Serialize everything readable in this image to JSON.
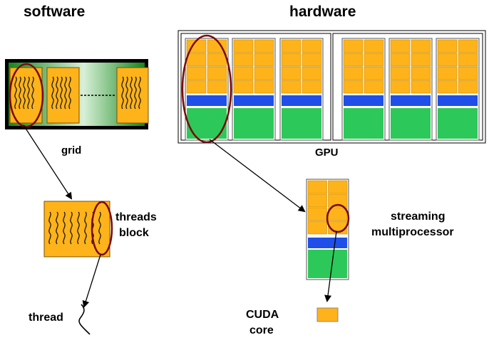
{
  "headers": {
    "software": "software",
    "hardware": "hardware"
  },
  "labels": {
    "grid": "grid",
    "gpu": "GPU",
    "threads_line1": "threads",
    "threads_line2": "block",
    "thread": "thread",
    "sm_line1": "streaming",
    "sm_line2": "multiprocessor",
    "cuda_line1": "CUDA",
    "cuda_line2": "core"
  },
  "colors": {
    "core": "#ffb31a",
    "shared": "#1f4fe8",
    "cache": "#2dc85a",
    "grid_green": "#16861c",
    "ellipse": "#7a0a0a"
  }
}
